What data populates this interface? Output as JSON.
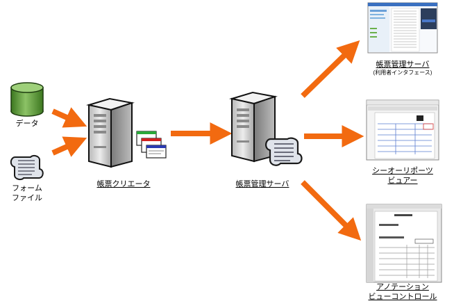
{
  "labels": {
    "data": "データ",
    "form_file_line1": "フォーム",
    "form_file_line2": "ファイル",
    "form_creator": "帳票クリエータ",
    "form_server": "帳票管理サーバ",
    "top_server": "帳票管理サーバ",
    "top_server_sub": "(利用者インタフェース)",
    "viewer_line1": "シーオーリポーツ",
    "viewer_line2": "ビュアー",
    "annot_line1": "アノテーション",
    "annot_line2": "ビューコントロール"
  },
  "colors": {
    "arrow": "#f26a10",
    "db": "#5e9a3a",
    "server": "#c9c9c9"
  }
}
